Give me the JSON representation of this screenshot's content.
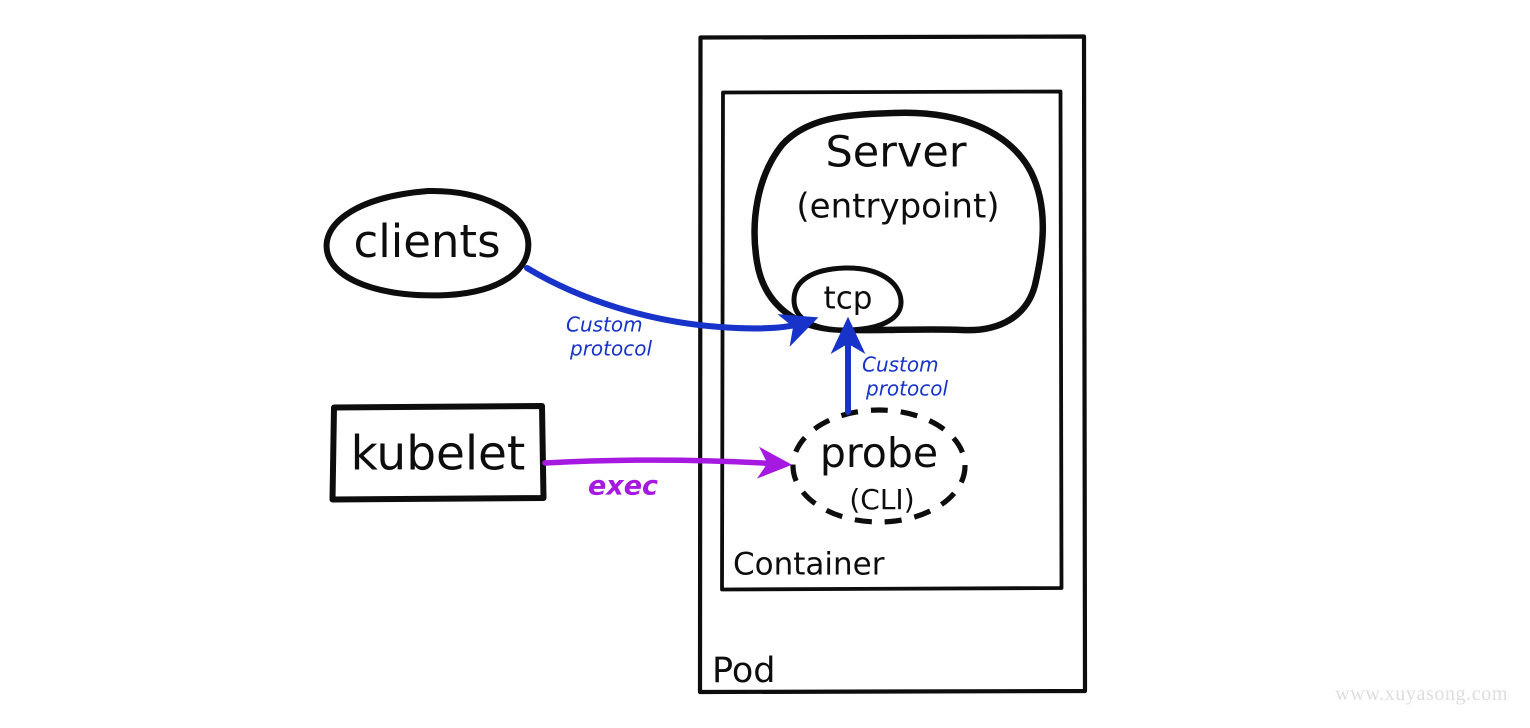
{
  "diagram": {
    "title": "Kubernetes Pod custom-protocol probe diagram",
    "background_color": "#ffffff",
    "ink_color": "#0d0d0d",
    "accent_blue": "#1733c9",
    "accent_purple": "#a619e0",
    "watermark": "www.xuyasong.com"
  },
  "nodes": {
    "pod": {
      "label": "Pod",
      "shape": "rectangle"
    },
    "container": {
      "label": "Container",
      "shape": "rectangle"
    },
    "server": {
      "label_line1": "Server",
      "label_line2": "(entrypoint)",
      "shape": "blob"
    },
    "tcp": {
      "label": "tcp",
      "shape": "ellipse"
    },
    "probe": {
      "label_line1": "probe",
      "label_line2": "(CLI)",
      "shape": "dashed-ellipse"
    },
    "clients": {
      "label": "clients",
      "shape": "ellipse"
    },
    "kubelet": {
      "label": "kubelet",
      "shape": "rectangle"
    }
  },
  "edges": [
    {
      "id": "clients-to-tcp",
      "from": "clients",
      "to": "tcp",
      "label_line1": "Custom",
      "label_line2": "protocol",
      "color": "#1733c9",
      "style": "curved-arrow"
    },
    {
      "id": "probe-to-tcp",
      "from": "probe",
      "to": "tcp",
      "label_line1": "Custom",
      "label_line2": "protocol",
      "color": "#1733c9",
      "style": "straight-arrow"
    },
    {
      "id": "kubelet-to-probe",
      "from": "kubelet",
      "to": "probe",
      "label_line1": "exec",
      "label_line2": "",
      "color": "#a619e0",
      "style": "straight-arrow"
    }
  ]
}
